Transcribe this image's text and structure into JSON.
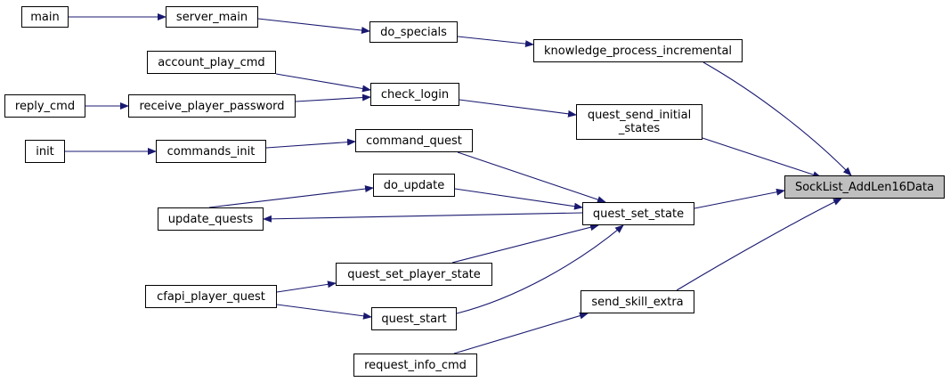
{
  "colors": {
    "edge": "#191970",
    "root_fill": "#bfbfbf",
    "node_fill": "#ffffff",
    "border": "#000000"
  },
  "nodes": {
    "main": "main",
    "server_main": "server_main",
    "do_specials": "do_specials",
    "knowledge_process_incremental": "knowledge_process_incremental",
    "account_play_cmd": "account_play_cmd",
    "check_login": "check_login",
    "reply_cmd": "reply_cmd",
    "receive_player_password": "receive_player_password",
    "quest_send_initial_states": "quest_send_initial\n_states",
    "init": "init",
    "commands_init": "commands_init",
    "command_quest": "command_quest",
    "do_update": "do_update",
    "update_quests": "update_quests",
    "quest_set_state": "quest_set_state",
    "sock_list_add_len16_data": "SockList_AddLen16Data",
    "quest_set_player_state": "quest_set_player_state",
    "cfapi_player_quest": "cfapi_player_quest",
    "quest_start": "quest_start",
    "send_skill_extra": "send_skill_extra",
    "request_info_cmd": "request_info_cmd"
  }
}
